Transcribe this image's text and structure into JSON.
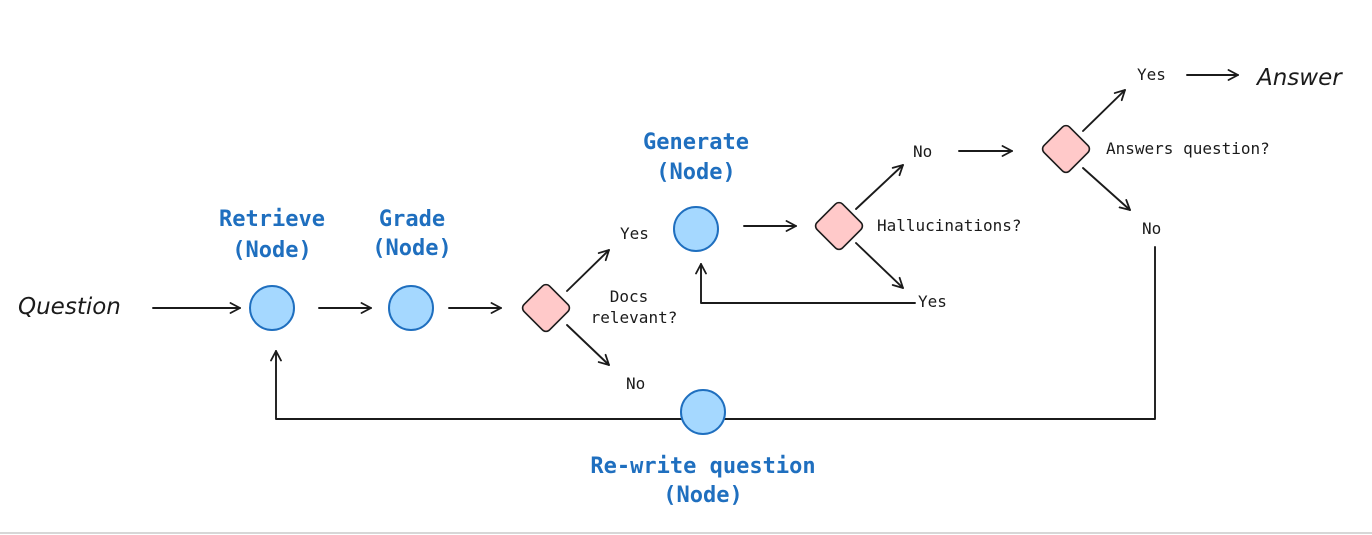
{
  "colors": {
    "node_fill": "#a5d8ff",
    "node_stroke": "#1f6fbf",
    "decision_fill": "#ffc9c9",
    "title_color": "#1f6fbf",
    "line_color": "#1b1b1b"
  },
  "labels": {
    "question": "Question",
    "answer": "Answer",
    "retrieve_line1": "Retrieve",
    "retrieve_line2": "(Node)",
    "grade_line1": "Grade",
    "grade_line2": "(Node)",
    "generate_line1": "Generate",
    "generate_line2": "(Node)",
    "rewrite_line1": "Re-write question",
    "rewrite_line2": "(Node)",
    "docs_line1": "Docs",
    "docs_line2": "relevant?",
    "hallucinations": "Hallucinations?",
    "answers_question": "Answers question?",
    "docs_yes": "Yes",
    "docs_no": "No",
    "halluc_no": "No",
    "halluc_yes": "Yes",
    "answers_yes": "Yes",
    "answers_no": "No"
  }
}
